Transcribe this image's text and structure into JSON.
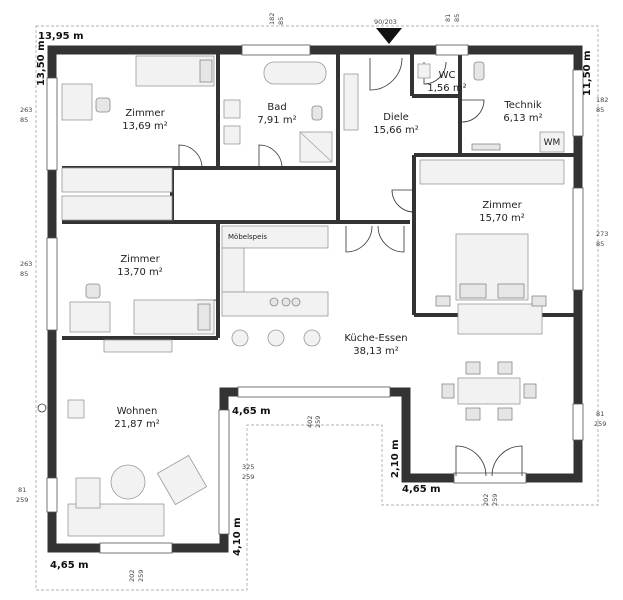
{
  "rooms": {
    "zimmer1": {
      "name": "Zimmer",
      "area": "13,69 m²"
    },
    "bad": {
      "name": "Bad",
      "area": "7,91 m²"
    },
    "diele": {
      "name": "Diele",
      "area": "15,66 m²"
    },
    "wc": {
      "name": "WC",
      "area": "1,56 m²"
    },
    "technik": {
      "name": "Technik",
      "area": "6,13 m²"
    },
    "zimmer2": {
      "name": "Zimmer",
      "area": "13,70 m²"
    },
    "zimmer3": {
      "name": "Zimmer",
      "area": "15,70 m²"
    },
    "kueche": {
      "name": "Küche-Essen",
      "area": "38,13 m²"
    },
    "wohnen": {
      "name": "Wohnen",
      "area": "21,87 m²"
    }
  },
  "labels": {
    "moebelspeis": "Möbelspeis",
    "wm": "WM"
  },
  "dimensions": {
    "top_width": "13,95 m",
    "left_height": "13,50 m",
    "right_height": "11,50 m",
    "notch_width_bottom_left": "4,65 m",
    "notch_height_left": "4,10 m",
    "notch_top_left": "4,65 m",
    "notch_height_right": "2,10 m",
    "notch_width_right": "4,65 m"
  },
  "openings": {
    "top_window_a": {
      "w": "182",
      "h": "85"
    },
    "entrance_door": {
      "w": "90/203"
    },
    "top_window_wc": {
      "w": "81",
      "h": "85"
    },
    "right_window_technik": {
      "w": "182",
      "h": "85"
    },
    "left_window_zimmer1": {
      "w": "263",
      "h": "85"
    },
    "right_window_zimmer3": {
      "w": "273",
      "h": "85"
    },
    "left_window_zimmer2": {
      "w": "263",
      "h": "85"
    },
    "right_window_essen": {
      "w": "81",
      "h": "259"
    },
    "terrace_door_kueche": {
      "w": "402",
      "h": "259"
    },
    "terrace_door_wohnen_side": {
      "w": "325",
      "h": "259"
    },
    "left_window_wohnen": {
      "w": "81",
      "h": "259"
    },
    "bottom_window_wohnen": {
      "w": "202",
      "h": "259"
    },
    "bottom_door_essen": {
      "w": "202",
      "h": "259"
    }
  }
}
